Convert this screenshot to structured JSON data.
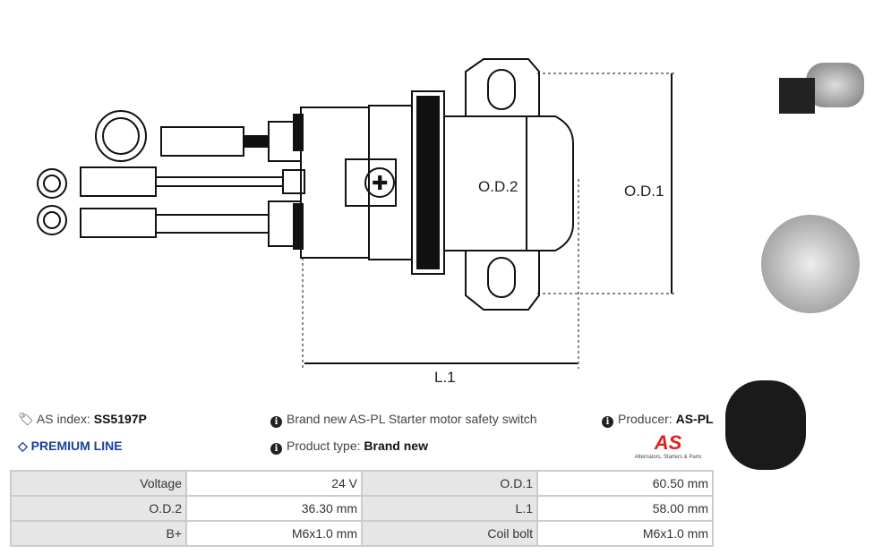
{
  "diagram": {
    "od1": "O.D.1",
    "od2": "O.D.2",
    "l1": "L.1"
  },
  "info": {
    "as_index_label": "AS index:",
    "as_index": "SS5197P",
    "premium": "PREMIUM LINE",
    "description": "Brand new AS-PL Starter motor safety switch",
    "product_type_label": "Product type:",
    "product_type": "Brand new",
    "producer_label": "Producer:",
    "producer": "AS-PL",
    "logo_text": "AS",
    "logo_tagline": "Alternators, Starters & Parts"
  },
  "specs": [
    {
      "l1": "Voltage",
      "v1": "24 V",
      "l2": "O.D.1",
      "v2": "60.50 mm"
    },
    {
      "l1": "O.D.2",
      "v1": "36.30 mm",
      "l2": "L.1",
      "v2": "58.00 mm"
    },
    {
      "l1": "B+",
      "v1": "M6x1.0 mm",
      "l2": "Coil bolt",
      "v2": "M6x1.0 mm"
    }
  ],
  "colors": {
    "premium": "#1a3fa0",
    "logo": "#e02020"
  }
}
